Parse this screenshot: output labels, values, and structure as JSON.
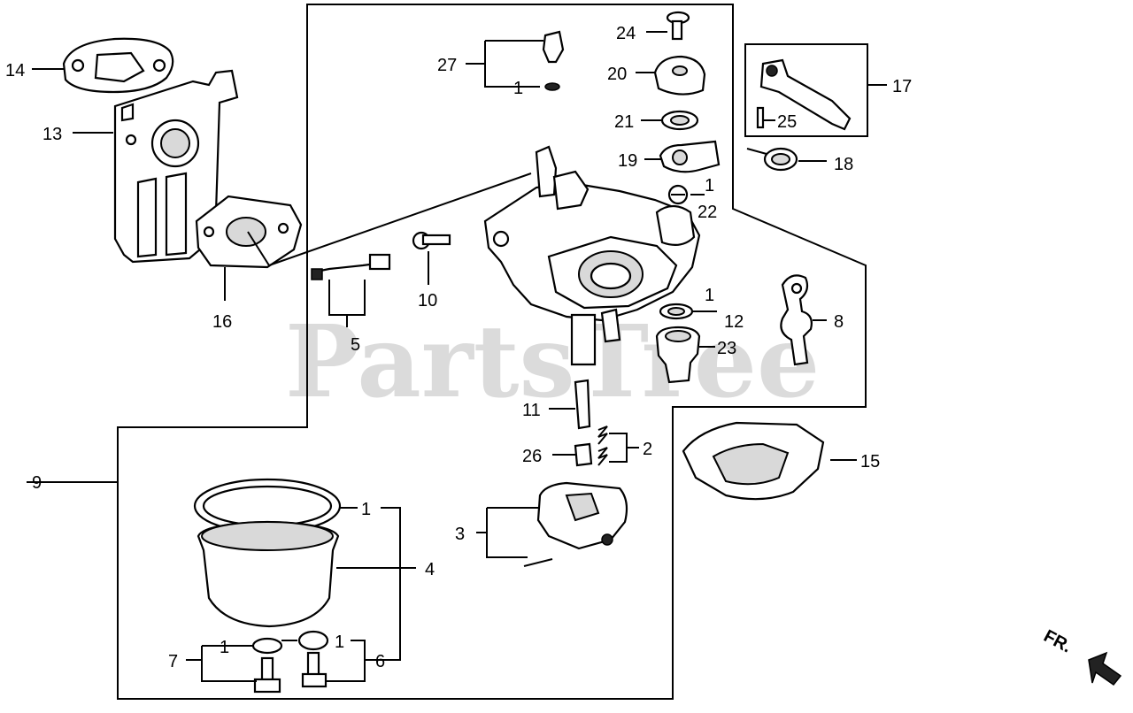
{
  "watermark": "PartsTree",
  "direction_label": "FR.",
  "callouts": {
    "c1_top": "1",
    "c1_22": "1",
    "c1_12": "1",
    "c1_bowl": "1",
    "c1_7": "1",
    "c1_6": "1",
    "c2": "2",
    "c3": "3",
    "c4": "4",
    "c5": "5",
    "c6": "6",
    "c7": "7",
    "c8": "8",
    "c9": "9",
    "c10": "10",
    "c11": "11",
    "c12": "12",
    "c13": "13",
    "c14": "14",
    "c15": "15",
    "c16": "16",
    "c17": "17",
    "c18": "18",
    "c19": "19",
    "c20": "20",
    "c21": "21",
    "c22": "22",
    "c23": "23",
    "c24": "24",
    "c25": "25",
    "c26": "26",
    "c27": "27"
  }
}
